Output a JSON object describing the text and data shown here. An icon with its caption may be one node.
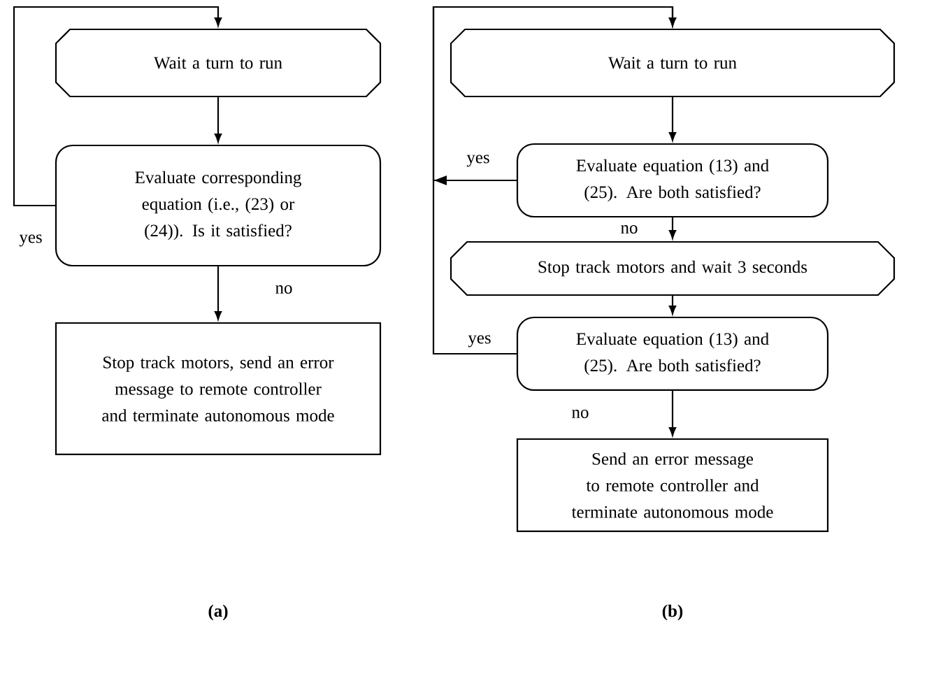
{
  "diagram": {
    "nodes": [
      {
        "text": [
          "Wait a turn to run"
        ]
      },
      {
        "text": [
          "Evaluate corresponding equation (i.e., (23) or (24)). Is it satisfied?"
        ]
      },
      {
        "text": [
          "Stop track motors, send an error message to remote controller and terminate autonomous mode"
        ]
      },
      {
        "text": [
          "Wait a turn to run"
        ]
      },
      {
        "text": [
          "Evaluate equation (13) and (25). Are both satisfied?"
        ]
      },
      {
        "text": [
          "Stop track motors and wait 3 seconds"
        ]
      },
      {
        "text": [
          "Evaluate equation (13) and (25). Are both satisfied?"
        ]
      },
      {
        "text": [
          "Send an error message to remote controller and terminate autonomous mode"
        ]
      }
    ],
    "edges": [
      {
        "from": 0,
        "to": 1,
        "arrow": "to"
      },
      {
        "from": 1,
        "to": 2,
        "arrow": "to",
        "label": "no"
      },
      {
        "from": 1,
        "to": 0,
        "arrow": "to",
        "label": "yes"
      },
      {
        "from": 3,
        "to": 4,
        "arrow": "to"
      },
      {
        "from": 4,
        "to": 3,
        "arrow": "to",
        "label": "yes"
      },
      {
        "from": 4,
        "to": 5,
        "arrow": "to",
        "label": "no"
      },
      {
        "from": 5,
        "to": 6,
        "arrow": "to"
      },
      {
        "from": 6,
        "to": 3,
        "arrow": "to",
        "label": "yes"
      },
      {
        "from": 6,
        "to": 7,
        "arrow": "to",
        "label": "no"
      }
    ],
    "labels": [
      "(a)",
      "(b)"
    ]
  }
}
